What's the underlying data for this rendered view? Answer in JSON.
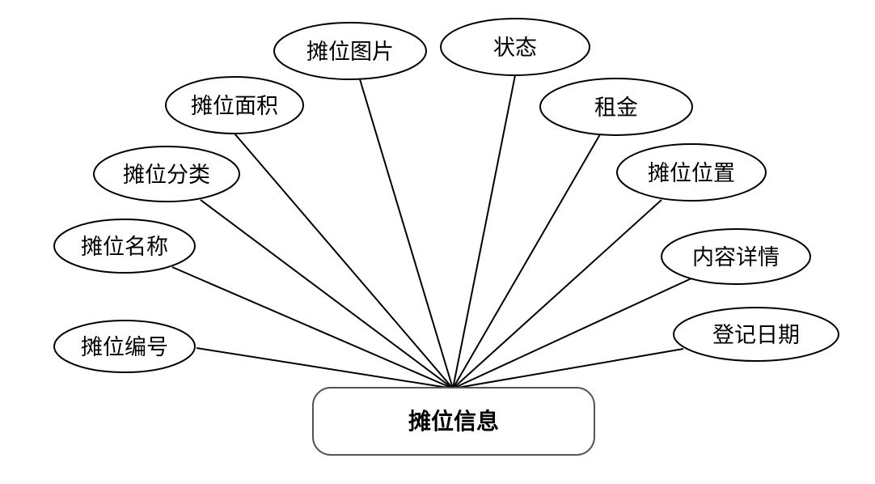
{
  "entity": {
    "label": "摊位信息"
  },
  "attributes": [
    {
      "label": "摊位编号"
    },
    {
      "label": "摊位名称"
    },
    {
      "label": "摊位分类"
    },
    {
      "label": "摊位面积"
    },
    {
      "label": "摊位图片"
    },
    {
      "label": "状态"
    },
    {
      "label": "租金"
    },
    {
      "label": "摊位位置"
    },
    {
      "label": "内容详情"
    },
    {
      "label": "登记日期"
    }
  ]
}
